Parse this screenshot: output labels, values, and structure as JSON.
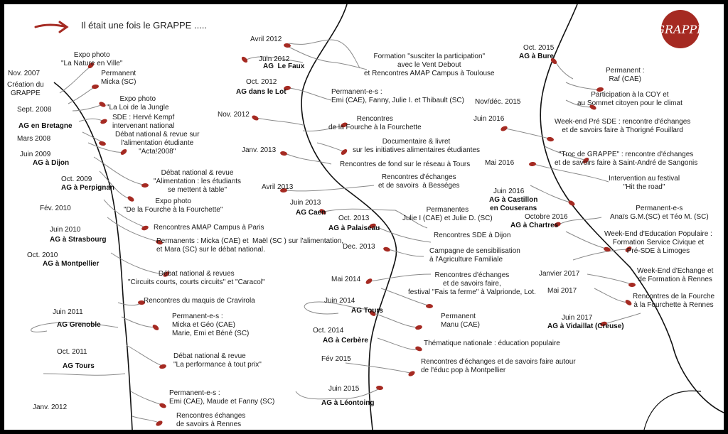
{
  "header": {
    "title": "Il était une fois le GRAPPE .....",
    "logo_text": "GRAPPE"
  },
  "colors": {
    "leaf": "#a52a22",
    "trunk": "#111111",
    "branch": "#8a8a8a"
  },
  "col1": {
    "n2007_date": "Nov. 2007",
    "creation": "Création du\nGRAPPE",
    "expo1": "Expo photo\n\"La Nature en Ville\"",
    "micka": "Permanent\nMicka (SC)",
    "expo2": "Expo photo\n\"La Loi de la Jungle",
    "s2008_date": "Sept. 2008",
    "sde": "SDE : Hervé Kempf\nintervenant national",
    "ag_bretagne": "AG en Bretagne",
    "m2008_date": "Mars 2008",
    "debat1": "Débat national & revue sur\nl'alimentation étudiante\n\"Acta!2008\"",
    "j2009_date": "Juin 2009",
    "ag_dijon": "AG à Dijon",
    "debat2": "Débat national & revue\n\"Alimentation : les étudiants\nse mettent à table\"",
    "o2009_date": "Oct. 2009",
    "ag_perpignan": "AG à Perpignan",
    "expo3": "Expo photo\n\"De la Fourche à la Fourchette\"",
    "f2010_date": "Fév. 2010",
    "amap1": "Rencontres AMAP Campus à Paris",
    "j2010_date": "Juin 2010",
    "ag_strasbourg": "AG à Strasbourg",
    "perm2": "Permanents : Micka (CAE) et  Maël (SC ) sur l'alimentation,\net Mara (SC) sur le débat national.",
    "o2010_date": "Oct. 2010",
    "ag_montpellier": "AG à Montpellier",
    "debat3": "Débat national & revues\n\"Circuits courts, courts circuits\" et \"Caracol\"",
    "cravirola": "Rencontres du maquis de Cravirola",
    "j2011_date": "Juin 2011",
    "ag_grenoble": "AG Grenoble",
    "perm3": "Permanent-e-s :\nMicka et Géo (CAE)\nMarie, Emi et Béné (SC)",
    "o2011_date": "Oct. 2011",
    "ag_tours1": "AG Tours",
    "debat4": "Débat national & revue\n\"La performance à tout prix\"",
    "perm4": "Permanent-e-s :\nEmi (CAE), Maude et Fanny (SC)",
    "j2012_date": "Janv. 2012",
    "rennes1": "Rencontres échanges\nde savoirs à Rennes"
  },
  "col2": {
    "a2012_date": "Avril 2012",
    "formation": "Formation \"susciter la participation\"\navec le Vent Debout\net Rencontres AMAP Campus à Toulouse",
    "j2012_date": "Juin 2012",
    "ag_faux": "AG  Le Faux",
    "o2012_date": "Oct. 2012",
    "ag_lot": "AG dans le Lot",
    "perm5": "Permanent-e-s :\nEmi (CAE), Fanny, Julie I. et Thibault (SC)",
    "n2012_date": "Nov. 2012",
    "fourche2": "Rencontres\nde la Fourche à la Fourchette",
    "doc": "Documentaire & livret\nsur les initiatives alimentaires étudiantes",
    "j2013_date": "Janv. 2013",
    "tours_reseau": "Rencontres de fond sur le réseau à Tours",
    "a2013_date": "Avril 2013",
    "besseges": "Rencontres d'échanges\net de savoirs  à Bességes",
    "j2013b_date": "Juin 2013",
    "ag_caen": "AG Caen",
    "perm6": "Permanentes\nJulie I (CAE) et Julie D. (SC)",
    "o2013_date": "Oct. 2013",
    "ag_palaiseau": "AG à Palaiseau",
    "sde_dijon": "Rencontres SDE à Dijon",
    "d2013_date": "Dec. 2013",
    "campagne": "Campagne de sensibilisation\nà l'Agriculture Familiale",
    "m2014_date": "Mai 2014",
    "valprionde": "Rencontres d'échanges\net de savoirs faire,\nfestival \"Fais ta ferme\" à Valprionde, Lot.",
    "j2014_date": "Juin  2014",
    "ag_tours2": "AG Tours",
    "perm7": "Permanent\nManu (CAE)",
    "o2014_date": "Oct. 2014",
    "ag_cerbere": "AG à Cerbère",
    "thematique": "Thématique nationale : éducation populaire",
    "f2015_date": "Fév 2015",
    "educ_pop": "Rencontres d'échanges et de savoirs faire autour\nde l'éduc pop à Montpellier",
    "j2015_date": "Juin 2015",
    "ag_leontoing": "AG à Léontoing"
  },
  "col3": {
    "o2015_date": "Oct. 2015",
    "ag_bure": "AG à Bure",
    "perm8": "Permanent :\nRaf (CAE)",
    "nd2015_date": "Nov/déc. 2015",
    "coy": "Participation à la COY et\nau Sommet citoyen pour le climat",
    "j2016_date": "Juin 2016",
    "thorigne": "Week-end Pré SDE : rencontre d'échanges\net de savoirs faire à Thorigné Fouillard",
    "m2016_date": "Mai 2016",
    "troc": "\"Troc de GRAPPE\" : rencontre d'échanges\net de savoirs faire à Saint-André de Sangonis",
    "festival": "Intervention au festival\n\"Hit the road\"",
    "ag_castillon": "AG à Castillon\nen Couserans",
    "perm9": "Permanent-e-s\nAnaïs G.M.(SC) et Téo M. (SC)",
    "o2016_date": "Octobre 2016",
    "ag_chartres": "AG à Chartres",
    "limoges": "Week-End d'Education Populaire :\nFormation Service Civique et\nPré-SDE à Limoges",
    "j2017_date": "Janvier 2017",
    "rennes2": "Week-End d'Echange et\nde Formation à Rennes",
    "m2017_date": "Mai 2017",
    "rennes3": "Rencontres de la Fourche\nà la Fourchette à Rennes",
    "ju2017_date": "Juin 2017",
    "ag_vidaillat": "AG à Vidaillat (Creuse)"
  }
}
